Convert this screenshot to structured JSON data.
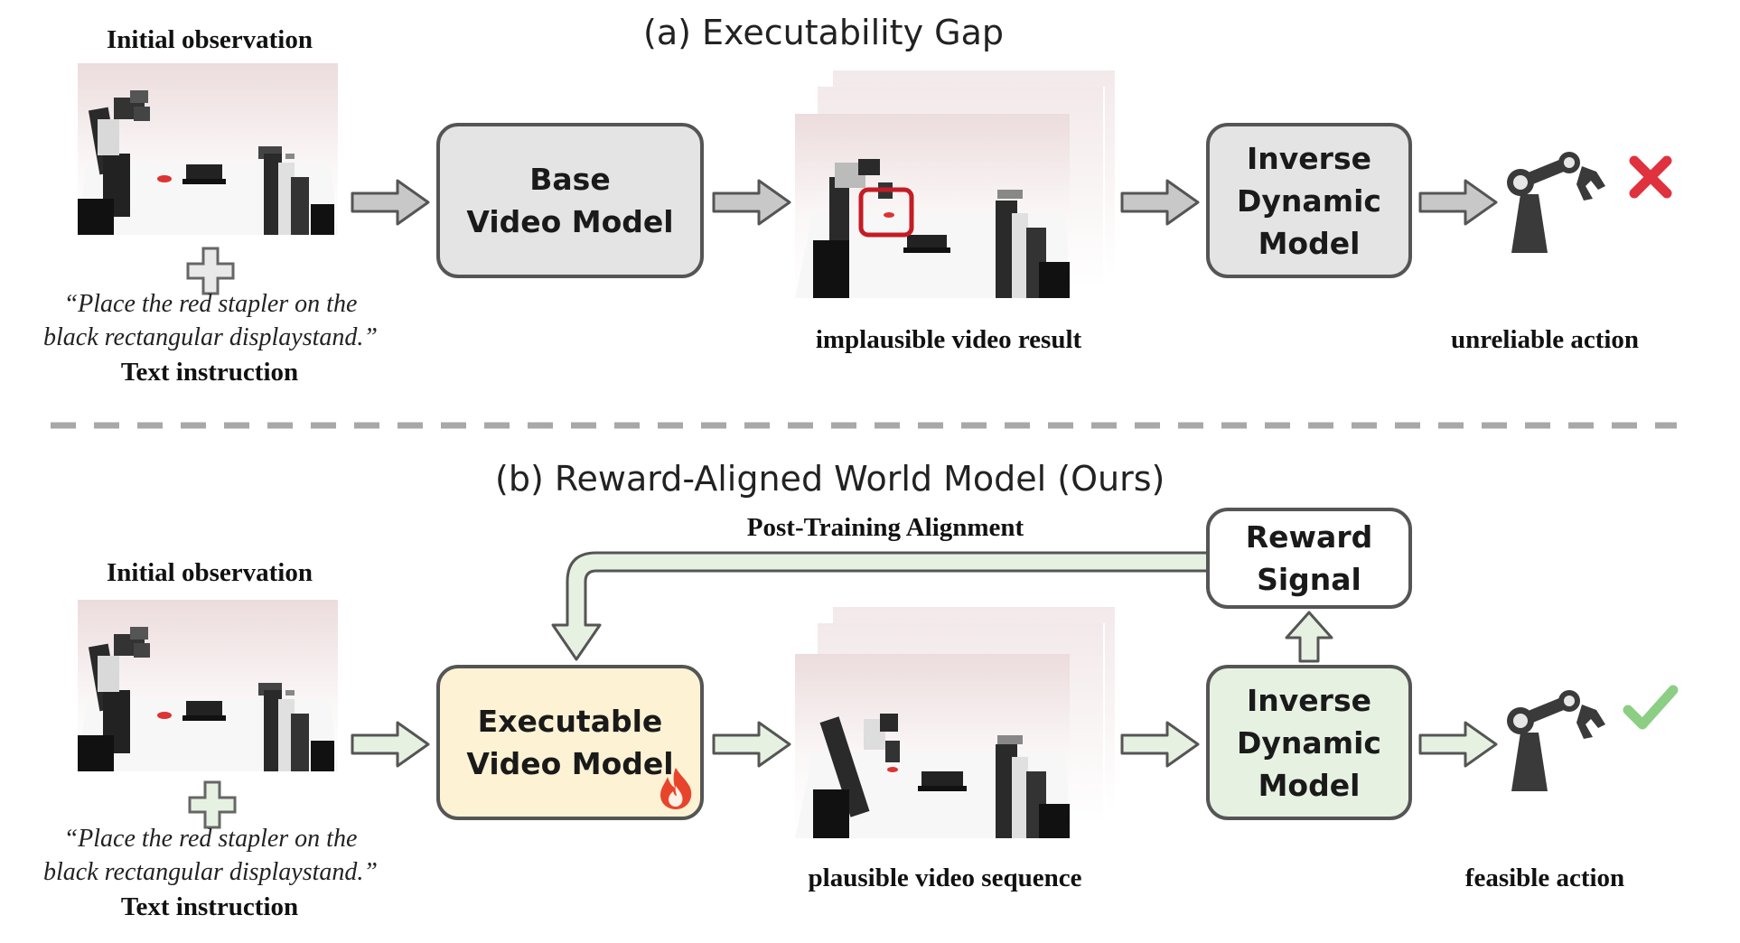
{
  "panel_a": {
    "title": "(a) Executability Gap",
    "observation_label": "Initial observation",
    "instruction_quote_line1": "“Place the red stapler on the",
    "instruction_quote_line2": "black rectangular displaystand.”",
    "instruction_label": "Text instruction",
    "video_model_line1": "Base",
    "video_model_line2": "Video Model",
    "video_result_label": "implausible video result",
    "idm_line1": "Inverse",
    "idm_line2": "Dynamic",
    "idm_line3": "Model",
    "action_label": "unreliable action",
    "action_status_icon": "cross-icon"
  },
  "panel_b": {
    "title": "(b) Reward-Aligned World Model (Ours)",
    "observation_label": "Initial observation",
    "instruction_quote_line1": "“Place the red stapler on the",
    "instruction_quote_line2": "black rectangular displaystand.”",
    "instruction_label": "Text instruction",
    "video_model_line1": "Executable",
    "video_model_line2": "Video Model",
    "video_result_label": "plausible video sequence",
    "idm_line1": "Inverse",
    "idm_line2": "Dynamic",
    "idm_line3": "Model",
    "reward_line1": "Reward",
    "reward_line2": "Signal",
    "feedback_label": "Post-Training Alignment",
    "action_label": "feasible action",
    "action_status_icon": "check-icon",
    "trainable_icon": "flame-icon"
  },
  "colors": {
    "box_gray": "#e4e4e4",
    "box_yellow": "#fdf3d4",
    "box_green": "#e6f1e2",
    "arrow_gray": "#c8c8c8",
    "arrow_green": "#e6f1e2",
    "cross_red": "#e0323e",
    "check_green": "#8ccf84",
    "highlight_red": "#c41c24"
  }
}
